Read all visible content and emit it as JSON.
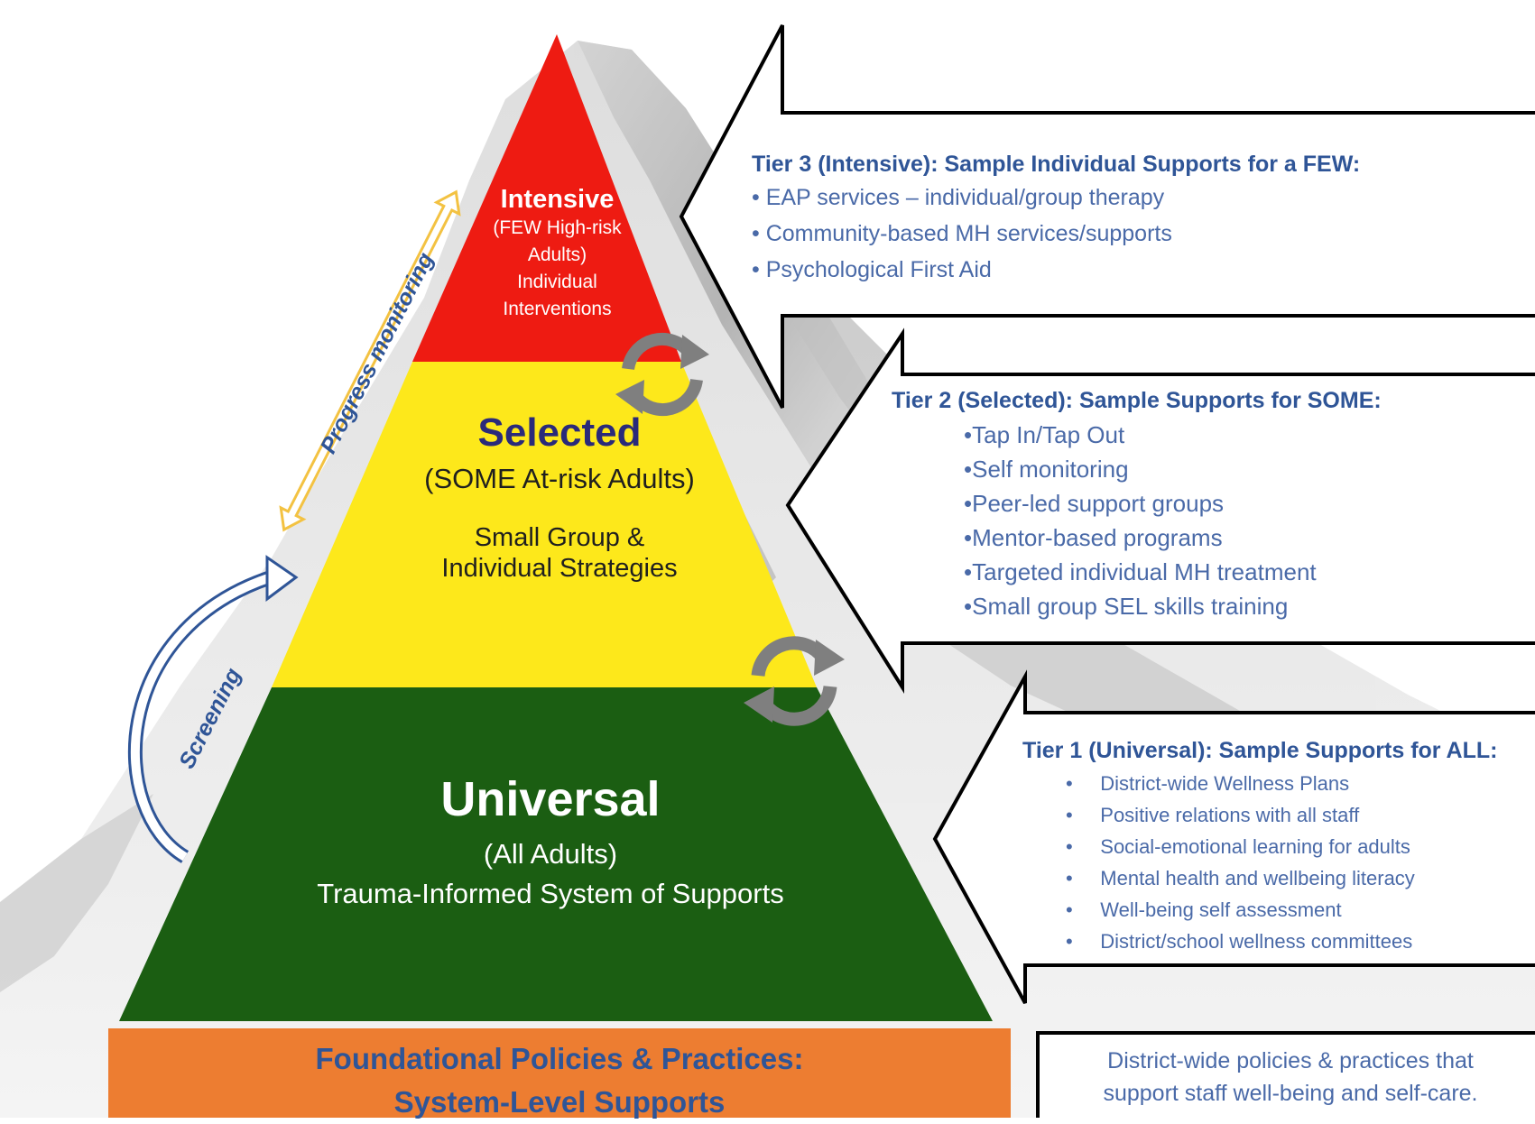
{
  "pyramid": {
    "intensive": {
      "title": "Intensive",
      "lines": [
        "(FEW High-risk",
        "Adults)",
        "Individual",
        "Interventions"
      ],
      "color": "#ee1b12"
    },
    "selected": {
      "title": "Selected",
      "subtitle": "(SOME At-risk Adults)",
      "lines": [
        "Small Group &",
        "Individual Strategies"
      ],
      "color": "#fde81b"
    },
    "universal": {
      "title": "Universal",
      "subtitle": "(All  Adults)",
      "line": "Trauma-Informed System of Supports",
      "color": "#1b5e12"
    },
    "foundation": {
      "lines": [
        "Foundational Policies & Practices:",
        "System-Level Supports"
      ],
      "color": "#ed7d31"
    }
  },
  "side_labels": {
    "progress": "Progress monitoring",
    "screening": "Screening"
  },
  "tier3": {
    "title": "Tier 3 (Intensive): Sample Individual Supports for a FEW:",
    "items": [
      "EAP services – individual/group therapy",
      "Community-based MH services/supports",
      "Psychological First Aid"
    ]
  },
  "tier2": {
    "title": "Tier 2 (Selected): Sample Supports for SOME:",
    "items": [
      "Tap In/Tap Out",
      "Self monitoring",
      "Peer-led support groups",
      "Mentor-based programs",
      "Targeted individual MH treatment",
      "Small group SEL skills training"
    ]
  },
  "tier1": {
    "title": "Tier 1 (Universal): Sample Supports for ALL:",
    "items": [
      "District-wide Wellness Plans",
      "Positive relations with all staff",
      "Social-emotional learning for adults",
      "Mental health and wellbeing literacy",
      "Well-being self assessment",
      "District/school wellness committees"
    ]
  },
  "foundation_note": {
    "lines": [
      "District-wide policies & practices that",
      "support staff well-being and self-care."
    ]
  },
  "colors": {
    "tier_heading": "#2f5597",
    "tier_text": "#4a6aa8",
    "arrow_outline": "#000000",
    "cycle_icon": "#7f7f7f",
    "progress_arrow": "#f3c242"
  }
}
